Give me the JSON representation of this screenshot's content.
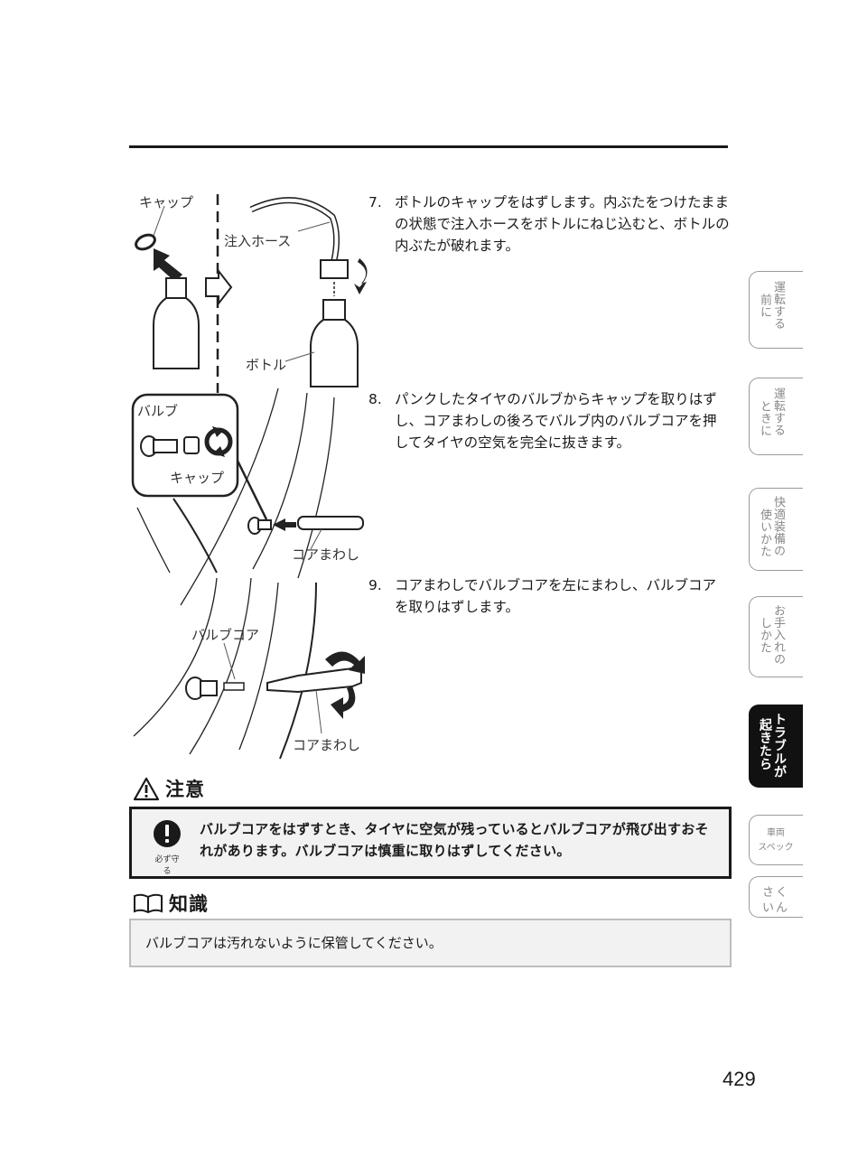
{
  "steps": [
    {
      "num": "7.",
      "text": "ボトルのキャップをはずします。内ぶたをつけたままの状態で注入ホースをボトルにねじ込むと、ボトルの内ぶたが破れます。"
    },
    {
      "num": "8.",
      "text": "パンクしたタイヤのバルブからキャップを取りはずし、コアまわしの後ろでバルブ内のバルブコアを押してタイヤの空気を完全に抜きます。"
    },
    {
      "num": "9.",
      "text": "コアまわしでバルブコアを左にまわし、バルブコアを取りはずします。"
    }
  ],
  "illustration_labels": {
    "cap_top": "キャップ",
    "hose": "注入ホース",
    "bottle": "ボトル",
    "valve": "バルブ",
    "cap_inset": "キャップ",
    "core_tool_1": "コアまわし",
    "valve_core": "バルブコア",
    "core_tool_2": "コアまわし"
  },
  "caution": {
    "heading": "注意",
    "icon_caption": "必ず守る",
    "text": "バルブコアをはずすとき、タイヤに空気が残っているとバルブコアが飛び出すおそれがあります。バルブコアは慎重に取りはずしてください。"
  },
  "knowledge": {
    "heading": "知識",
    "text": "バルブコアは汚れないように保管してください。"
  },
  "side_tabs": [
    {
      "col1": "運転する",
      "col2": "前に"
    },
    {
      "col1": "運転する",
      "col2": "ときに"
    },
    {
      "col1": "快適装備の",
      "col2": "使いかた"
    },
    {
      "col1": "お手入れの",
      "col2": "しかた"
    },
    {
      "col1": "トラブルが",
      "col2": "起きたら"
    },
    {
      "line1": "車両",
      "line2": "スペック"
    },
    {
      "line1": "さく",
      "line2": "いん"
    }
  ],
  "page_number": "429"
}
